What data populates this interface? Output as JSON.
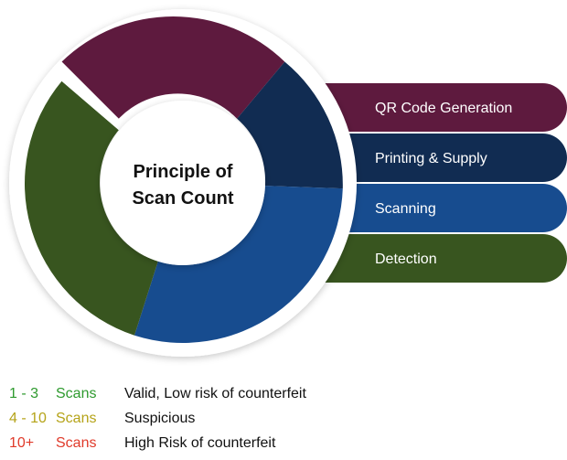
{
  "center_title_line1": "Principle of",
  "center_title_line2": "Scan Count",
  "stages": [
    {
      "label": "QR Code Generation",
      "color": "#5e1a3e"
    },
    {
      "label": "Printing & Supply",
      "color": "#112c52"
    },
    {
      "label": "Scanning",
      "color": "#174c8f"
    },
    {
      "label": "Detection",
      "color": "#38551f"
    }
  ],
  "legend": [
    {
      "range": "1 - 3",
      "unit": "Scans",
      "description": "Valid, Low risk of counterfeit",
      "color": "#2e9a2e"
    },
    {
      "range": "4 - 10",
      "unit": "Scans",
      "description": "Suspicious",
      "color": "#b5a318"
    },
    {
      "range": "10+",
      "unit": "Scans",
      "description": "High Risk of counterfeit",
      "color": "#e03a2a"
    }
  ]
}
